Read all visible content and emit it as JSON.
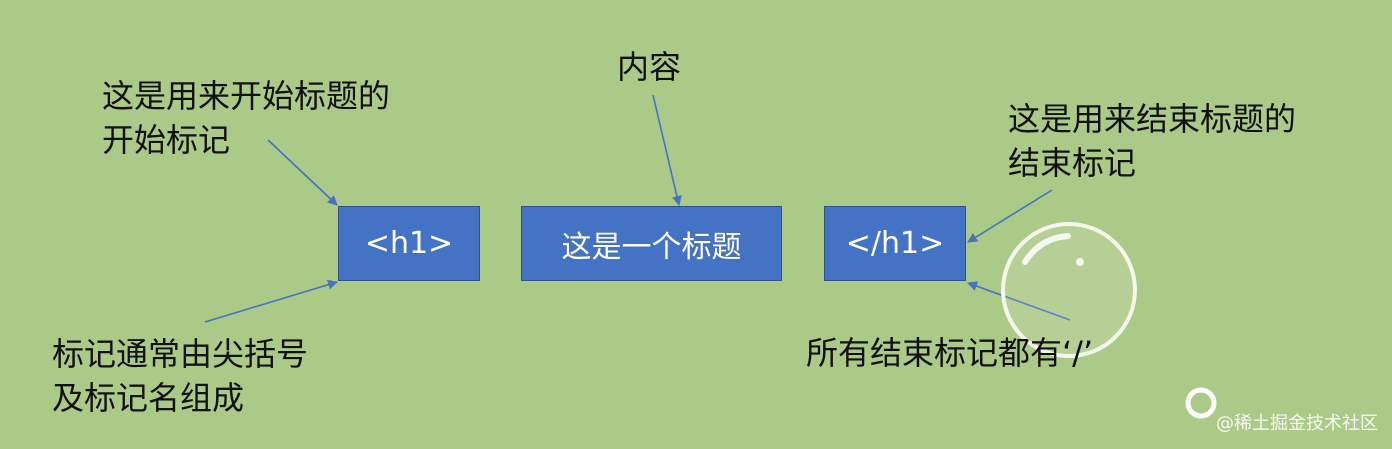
{
  "boxes": {
    "open_tag": "<h1>",
    "content": "这是一个标题",
    "close_tag": "</h1>"
  },
  "labels": {
    "open_tag_line1": "这是用来开始标题的",
    "open_tag_line2": "开始标记",
    "content": "内容",
    "close_tag_line1": "这是用来结束标题的",
    "close_tag_line2": "结束标记",
    "bracket_line1": "标记通常由尖括号",
    "bracket_line2": "及标记名组成",
    "slash": "所有结束标记都有‘/’"
  },
  "watermark": "@稀土掘金技术社区",
  "colors": {
    "background": "#abc987",
    "box_fill": "#4472c4",
    "box_border": "#2f528f",
    "arrow": "#4472c4",
    "text": "#111111"
  }
}
